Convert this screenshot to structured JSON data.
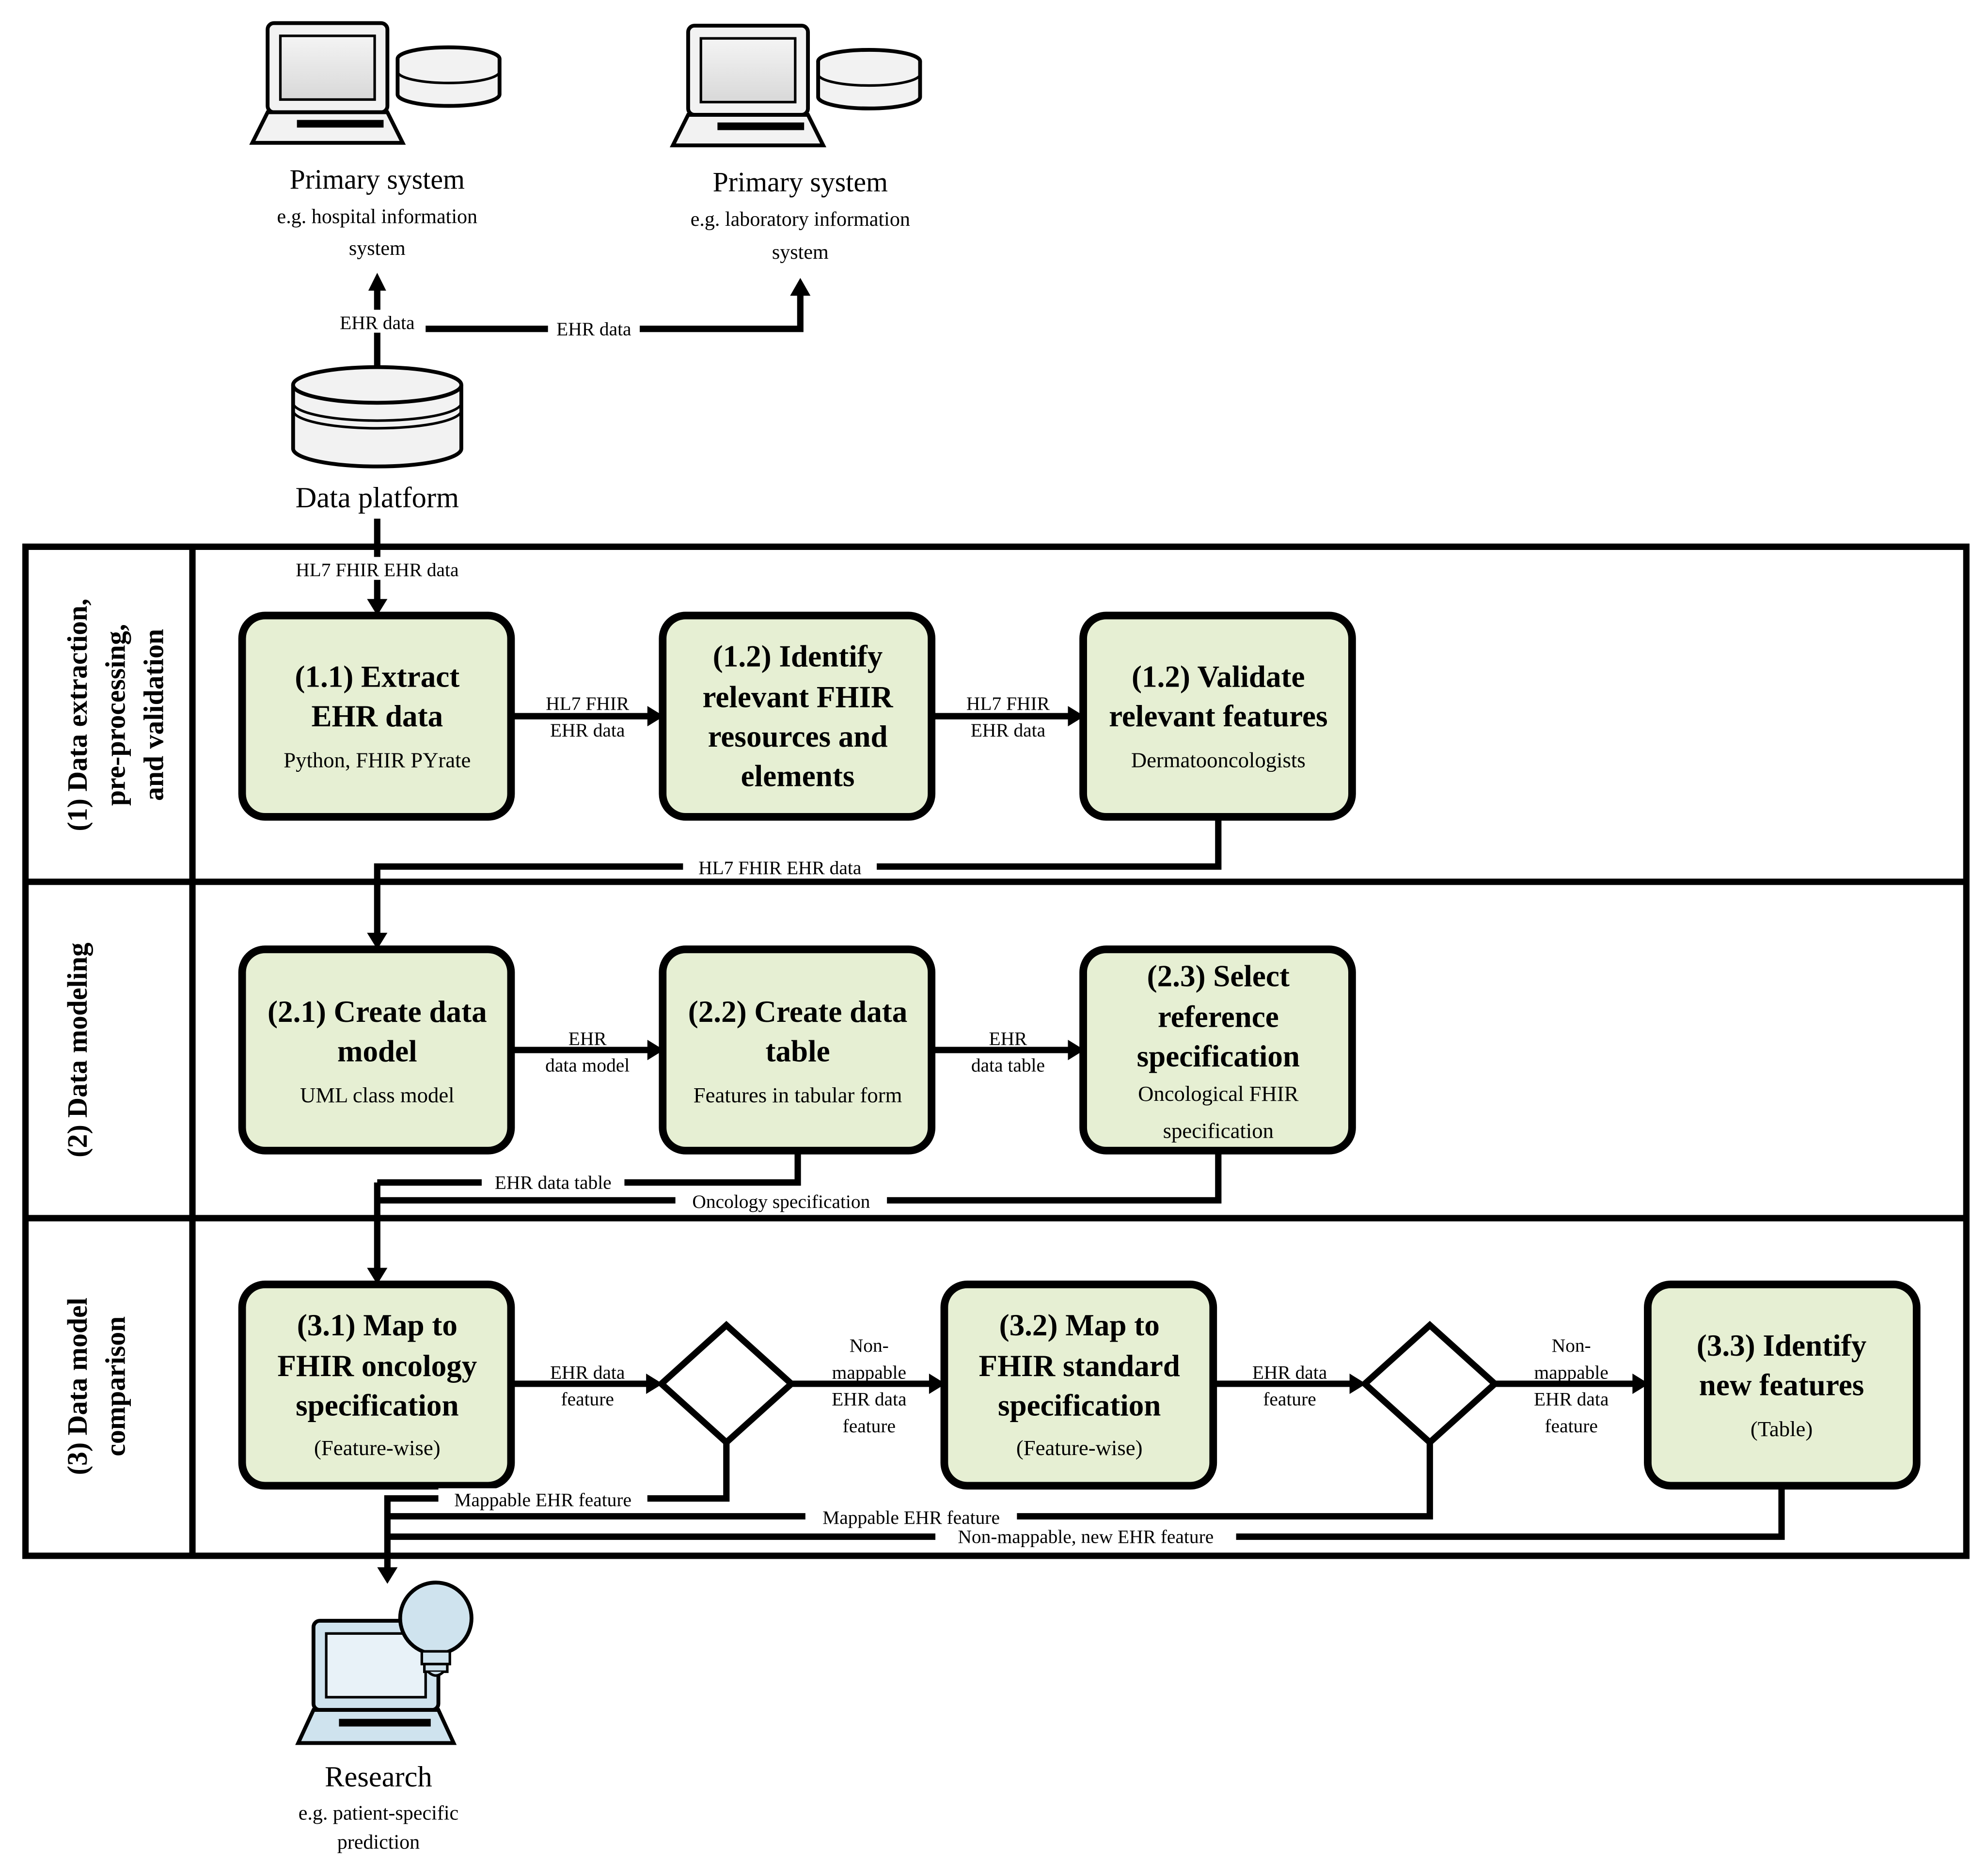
{
  "systems": {
    "primary_hospital": {
      "title": "Primary system",
      "sub1": "e.g. hospital information",
      "sub2": "system"
    },
    "primary_lab": {
      "title": "Primary system",
      "sub1": "e.g. laboratory information",
      "sub2": "system"
    },
    "data_platform": {
      "title": "Data platform"
    },
    "research": {
      "title": "Research",
      "sub1": "e.g. patient-specific",
      "sub2": "prediction"
    }
  },
  "lanes": [
    {
      "label1": "(1) Data extraction,",
      "label2": "pre-processing,",
      "label3": "and validation"
    },
    {
      "label1": "(2) Data modeling"
    },
    {
      "label1": "(3) Data model",
      "label2": "comparison"
    }
  ],
  "boxes": {
    "b11": {
      "title": [
        "(1.1) Extract",
        "EHR data"
      ],
      "sub": [
        "Python, FHIR PYrate"
      ]
    },
    "b12": {
      "title": [
        "(1.2) Identify",
        "relevant FHIR",
        "resources and",
        "elements"
      ],
      "sub": []
    },
    "b13": {
      "title": [
        "(1.2) Validate",
        "relevant features"
      ],
      "sub": [
        "Dermatooncologists"
      ]
    },
    "b21": {
      "title": [
        "(2.1) Create data",
        "model"
      ],
      "sub": [
        "UML class model"
      ]
    },
    "b22": {
      "title": [
        "(2.2) Create data",
        "table"
      ],
      "sub": [
        "Features in tabular form"
      ]
    },
    "b23": {
      "title": [
        "(2.3) Select",
        "reference",
        "specification"
      ],
      "sub": [
        "Oncological FHIR",
        "specification"
      ]
    },
    "b31": {
      "title": [
        "(3.1) Map to",
        "FHIR oncology",
        "specification"
      ],
      "sub": [
        "(Feature-wise)"
      ]
    },
    "b32": {
      "title": [
        "(3.2) Map to",
        "FHIR standard",
        "specification"
      ],
      "sub": [
        "(Feature-wise)"
      ]
    },
    "b33": {
      "title": [
        "(3.3) Identify",
        "new features"
      ],
      "sub": [
        "(Table)"
      ]
    }
  },
  "edges": {
    "ehr_data_left": "EHR data",
    "ehr_data_right": "EHR data",
    "hl7_top": "HL7 FHIR EHR data",
    "e11_12": [
      "HL7 FHIR",
      "EHR data"
    ],
    "e12_13": [
      "HL7 FHIR",
      "EHR data"
    ],
    "hl7_lane1_out": "HL7 FHIR EHR data",
    "e21_22": [
      "EHR",
      "data model"
    ],
    "e22_23": [
      "EHR",
      "data table"
    ],
    "ehr_data_table": "EHR data table",
    "oncology_spec": "Oncology specification",
    "e31_d1": [
      "EHR data",
      "feature"
    ],
    "d1_32": [
      "Non-",
      "mappable",
      "EHR data",
      "feature"
    ],
    "e32_d2": [
      "EHR data",
      "feature"
    ],
    "d2_33": [
      "Non-",
      "mappable",
      "EHR data",
      "feature"
    ],
    "mappable_1": "Mappable EHR feature",
    "mappable_2": "Mappable EHR feature",
    "non_mappable_new": "Non-mappable, new EHR feature"
  }
}
